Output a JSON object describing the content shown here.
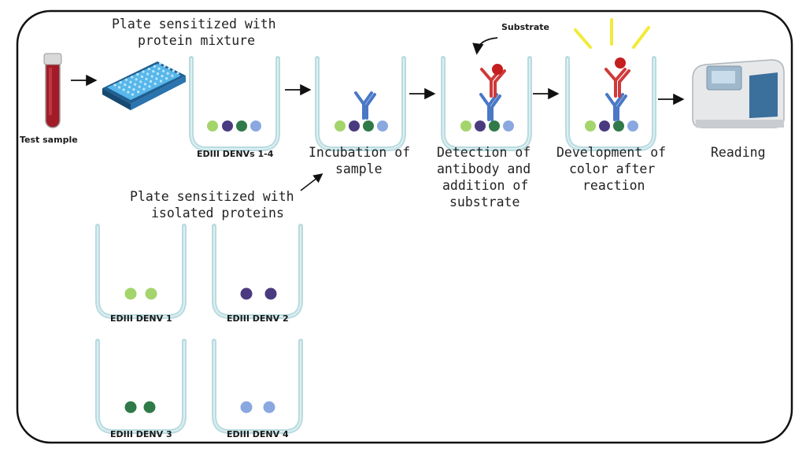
{
  "labels": {
    "test_sample": "Test sample",
    "plate_mixture_line1": "Plate sensitized with",
    "plate_mixture_line2": "protein mixture",
    "well_mixture": "EDIII DENVs 1-4",
    "incubation_line1": "Incubation of",
    "incubation_line2": "sample",
    "substrate": "Substrate",
    "detection_line1": "Detection of",
    "detection_line2": "antibody and",
    "detection_line3": "addition of",
    "detection_line4": "substrate",
    "development_line1": "Development of",
    "development_line2": "color after",
    "development_line3": "reaction",
    "reading": "Reading",
    "plate_isolated_line1": "Plate sensitized with",
    "plate_isolated_line2": "isolated proteins",
    "denv1": "EDIII DENV 1",
    "denv2": "EDIII DENV 2",
    "denv3": "EDIII DENV 3",
    "denv4": "EDIII DENV 4"
  },
  "colors": {
    "denv1": "#a4d46c",
    "denv2": "#4a3a80",
    "denv3": "#2f7a48",
    "denv4": "#8aa8e0",
    "well_wall": "#b9dbe0",
    "antibody_blue": "#4a78c6",
    "antibody_red": "#cf3a3a",
    "substrate": "#c41e1e",
    "glow": "#f2ea3a",
    "tube_fill": "#a11c28",
    "plate": "#2a86c8"
  }
}
